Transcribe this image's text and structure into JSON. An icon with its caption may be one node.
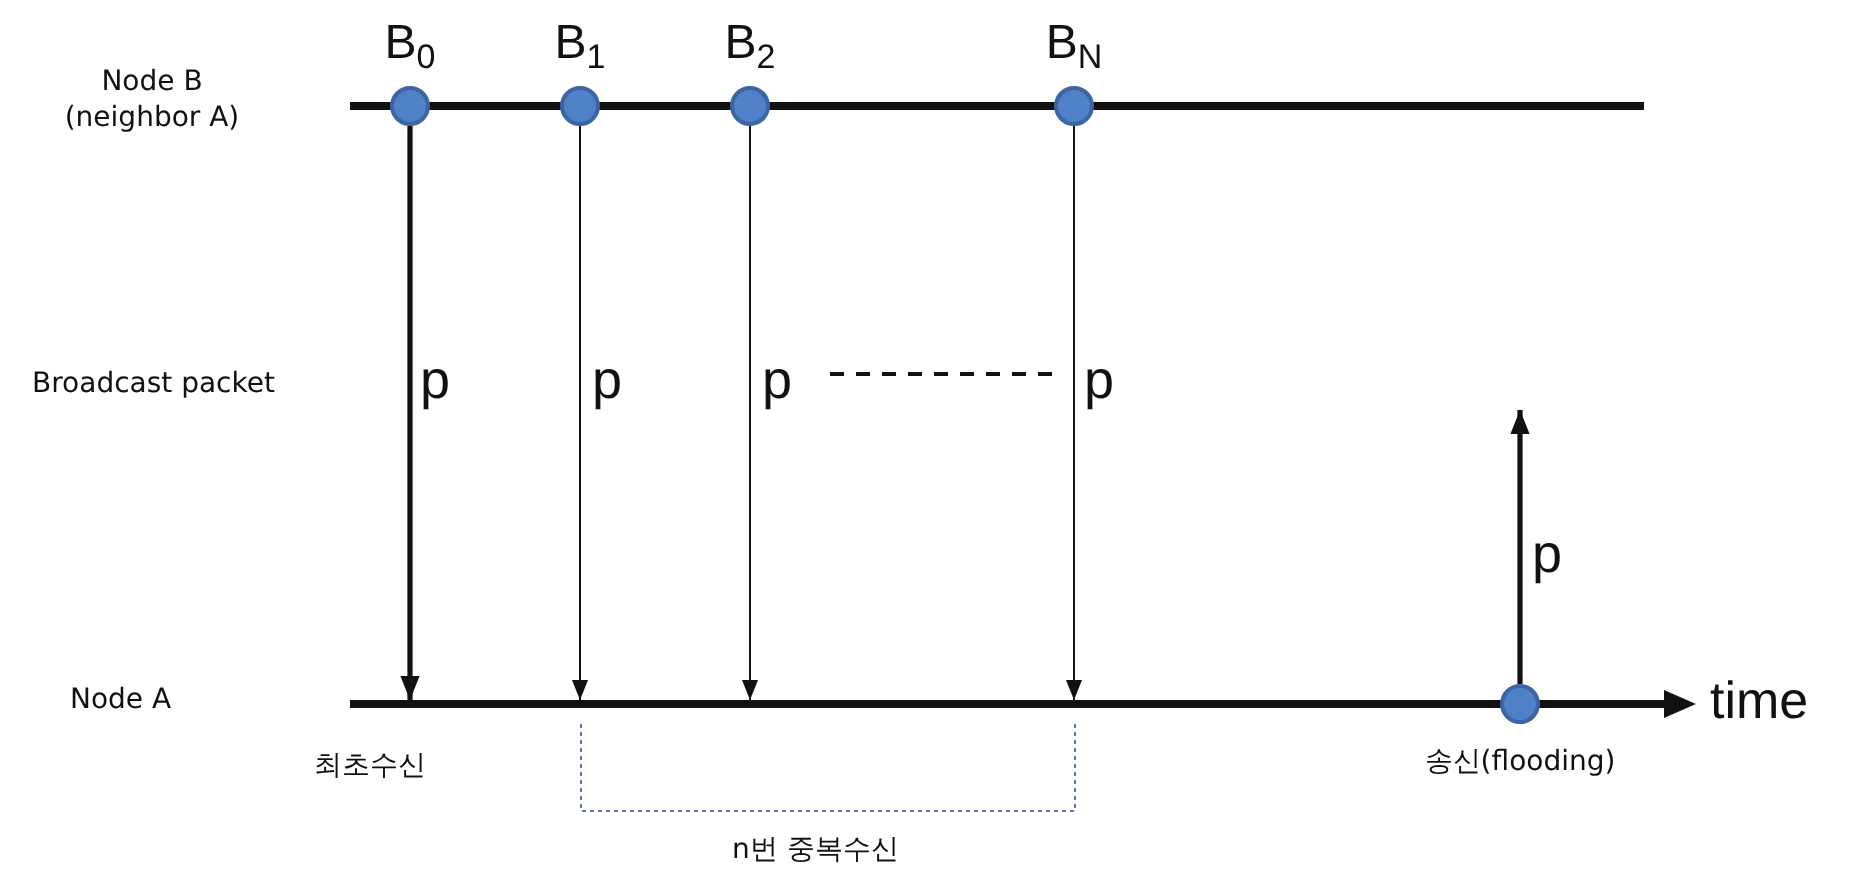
{
  "diagram": {
    "nodes": [
      {
        "text": [
          "B$_{0}$"
        ]
      },
      {
        "text": [
          "B$_{1}$"
        ]
      },
      {
        "text": [
          "B$_{2}$"
        ]
      },
      {
        "text": [
          "B$_{N}$"
        ]
      },
      {
        "text": [
          "송신(flooding)"
        ],
        "in": 5
      },
      {
        "text": [
          "Node A"
        ]
      }
    ],
    "edges": [
      {
        "from": 0,
        "to": 5,
        "arrow": "to",
        "label": "p",
        "style": "thick"
      },
      {
        "from": 1,
        "to": 5,
        "arrow": "to",
        "label": "p"
      },
      {
        "from": 2,
        "to": 5,
        "arrow": "to",
        "label": "p"
      },
      {
        "from": 3,
        "to": 5,
        "arrow": "to",
        "label": "p"
      },
      {
        "from": 4,
        "to": null,
        "arrow": "to",
        "label": "p",
        "style": "thick"
      }
    ],
    "labels": [
      "Node B (neighbor A)",
      "Broadcast packet",
      "time",
      "최초수신",
      "n번 중복수신"
    ]
  }
}
